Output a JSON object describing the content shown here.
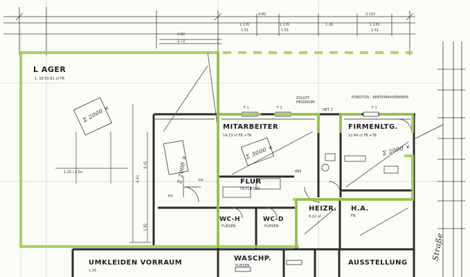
{
  "rooms": {
    "lager": {
      "name": "L AGER",
      "info": "1.   18   93.81 ㎡ FB"
    },
    "mitarbeiter": {
      "name": "MITARBEITER",
      "info": "14.13 ㎡   FB.+TB"
    },
    "firmenltg": {
      "name": "FIRMENLTG.",
      "info": "12.64 ㎡   FB.+TB"
    },
    "flur": {
      "name": "FLUR",
      "info": "FB.FLIESEN"
    },
    "wc_h": {
      "name": "WC-H",
      "info": "FLIESEN"
    },
    "wc_d": {
      "name": "WC-D",
      "info": "FLIESEN"
    },
    "heizr": {
      "name": "HEIZR.",
      "info": "6.22 ㎡"
    },
    "ha": {
      "name": "H.A.",
      "info": "FB."
    },
    "umkleiden": {
      "name": "UMKLEIDEN VORRAUM",
      "info": "1.16"
    },
    "waschp": {
      "name": "WASCHP.",
      "info": "FLIESEN"
    },
    "ausstellung": {
      "name": "AUSSTELLUNG",
      "info": ""
    }
  },
  "labels": {
    "zuluft": "ZULUFT",
    "heizraum": "HEIZRAUM",
    "poroton": "POROTON - WINTERMAUERWERK",
    "het2": "HET 2",
    "f1a": "F 1",
    "f1b": "F 1",
    "f1c": "F 1",
    "fh1": "FH",
    "fh2": "FH",
    "strasse": "Straße"
  },
  "dims": {
    "d480": "4.80",
    "d3115": "3.115",
    "d282": "2.82",
    "d272": "2.72",
    "d1135a": "1.135",
    "d151a": "1.51",
    "d1135b": "1.135",
    "d151b": "1.51",
    "d126": "1.26",
    "d1135c": "1.135",
    "d151c": "1.51",
    "d125": "1.25 / 2.5o",
    "d661": "6.61",
    "d642": "6.42",
    "d182": "1.82",
    "d885": "885"
  },
  "annotations": {
    "a1": "Σ 2000 ×",
    "a2": "Σ 2000 ×",
    "a3": "Σ 3000 ×",
    "a4": "Σ 2000 ×"
  },
  "colors": {
    "highlight": "#9bd24a",
    "wall": "#2b2b2b",
    "line": "#555555"
  }
}
